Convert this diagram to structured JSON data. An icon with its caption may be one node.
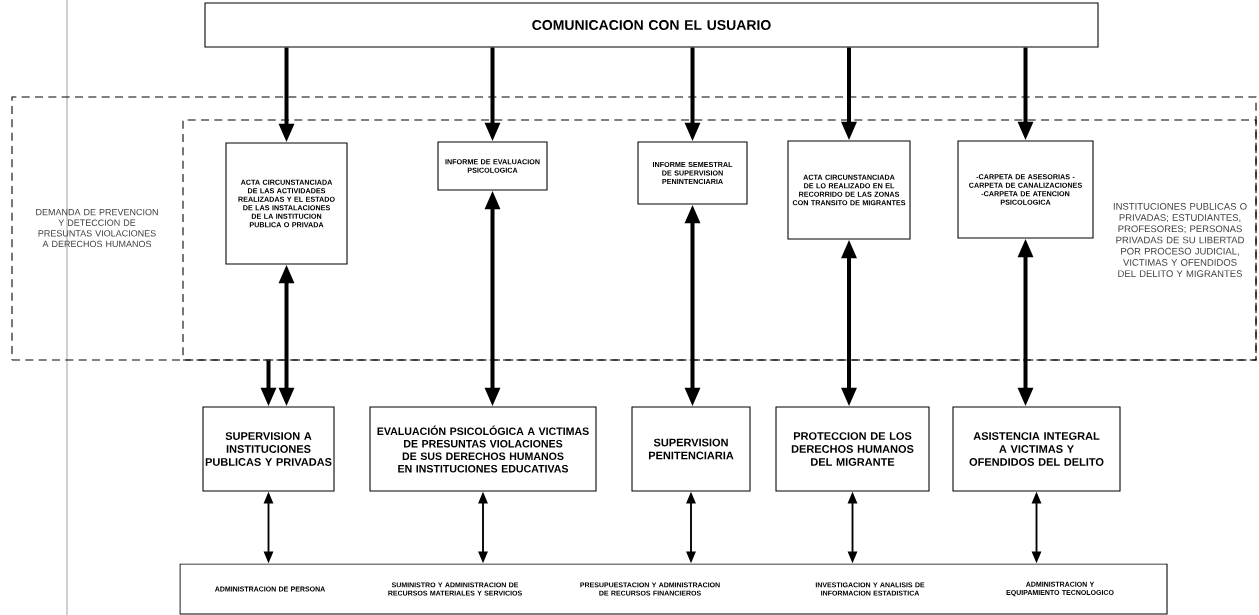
{
  "diagram": {
    "nodes": [
      {
        "text": [
          "COMUNICACION CON EL USUARIO"
        ]
      },
      {
        "text": [
          "DEMANDA DE PREVENCION Y DETECCION DE PRESUNTAS VIOLACIONES A DERECHOS HUMANOS"
        ]
      },
      {
        "text": [
          "INSTITUCIONES PUBLICAS O PRIVADAS; ESTUDIANTES, PROFESORES; PERSONAS PRIVADAS DE SU LIBERTAD POR PROCESO JUDICIAL, VICTIMAS Y OFENDIDOS DEL DELITO Y MIGRANTES"
        ],
        "in": 1
      },
      {
        "text": [
          "ACTA CIRCUNSTANCIADA DE LAS ACTIVIDADES REALIZADAS Y EL ESTADO DE LAS INSTALACIONES DE LA INSTITUCION PUBLICA O PRIVADA"
        ],
        "in": 2
      },
      {
        "text": [
          "INFORME DE EVALUACION PSICOLOGICA"
        ],
        "in": 2
      },
      {
        "text": [
          "INFORME SEMESTRAL DE SUPERVISION PENINTENCIARIA"
        ],
        "in": 2
      },
      {
        "text": [
          "ACTA CIRCUNSTANCIADA DE LO REALIZADO EN EL RECORRIDO DE LAS ZONAS CON TRANSITO DE MIGRANTES"
        ],
        "in": 2
      },
      {
        "text": [
          "-CARPETA DE ASESORIAS -CARPETA DE CANALIZACIONES -CARPETA DE ATENCION PSICOLOGICA"
        ],
        "in": 2
      },
      {
        "text": [
          "SUPERVISION A INSTITUCIONES PUBLICAS Y PRIVADAS"
        ]
      },
      {
        "text": [
          "EVALUACIÓN PSICOLÓGICA A VICTIMAS DE PRESUNTAS VIOLACIONES DE SUS DERECHOS HUMANOS EN INSTITUCIONES EDUCATIVAS"
        ]
      },
      {
        "text": [
          "SUPERVISION PENITENCIARIA"
        ]
      },
      {
        "text": [
          "PROTECCION DE LOS DERECHOS HUMANOS DEL MIGRANTE"
        ]
      },
      {
        "text": [
          "ASISTENCIA INTEGRAL A VICTIMAS Y OFENDIDOS DEL DELITO"
        ]
      },
      {
        "text": [
          "ADMINISTRACION DE PERSONA",
          "SUMINISTRO Y ADMINISTRACION DE RECURSOS MATERIALES Y SERVICIOS",
          "PRESUPUESTACION Y ADMINISTRACION DE RECURSOS FINANCIEROS",
          "INVESTIGACION Y ANALISIS DE INFORMACION ESTADISTICA",
          "ADMINISTRACION Y EQUIPAMIENTO TECNOLOGICO"
        ]
      }
    ],
    "edges": [
      {
        "from": 0,
        "to": 3,
        "arrow": "to"
      },
      {
        "from": 0,
        "to": 4,
        "arrow": "to"
      },
      {
        "from": 0,
        "to": 5,
        "arrow": "to"
      },
      {
        "from": 0,
        "to": 6,
        "arrow": "to"
      },
      {
        "from": 0,
        "to": 7,
        "arrow": "to"
      },
      {
        "from": 3,
        "to": 8,
        "arrow": "both"
      },
      {
        "from": 4,
        "to": 9,
        "arrow": "both"
      },
      {
        "from": 5,
        "to": 10,
        "arrow": "both"
      },
      {
        "from": 6,
        "to": 11,
        "arrow": "both"
      },
      {
        "from": 7,
        "to": 12,
        "arrow": "both"
      },
      {
        "from": 1,
        "to": 8,
        "arrow": "to"
      },
      {
        "from": 8,
        "to": 13,
        "arrow": "both"
      },
      {
        "from": 9,
        "to": 13,
        "arrow": "both"
      },
      {
        "from": 10,
        "to": 13,
        "arrow": "both"
      },
      {
        "from": 11,
        "to": 13,
        "arrow": "both"
      },
      {
        "from": 12,
        "to": 13,
        "arrow": "both"
      }
    ]
  }
}
